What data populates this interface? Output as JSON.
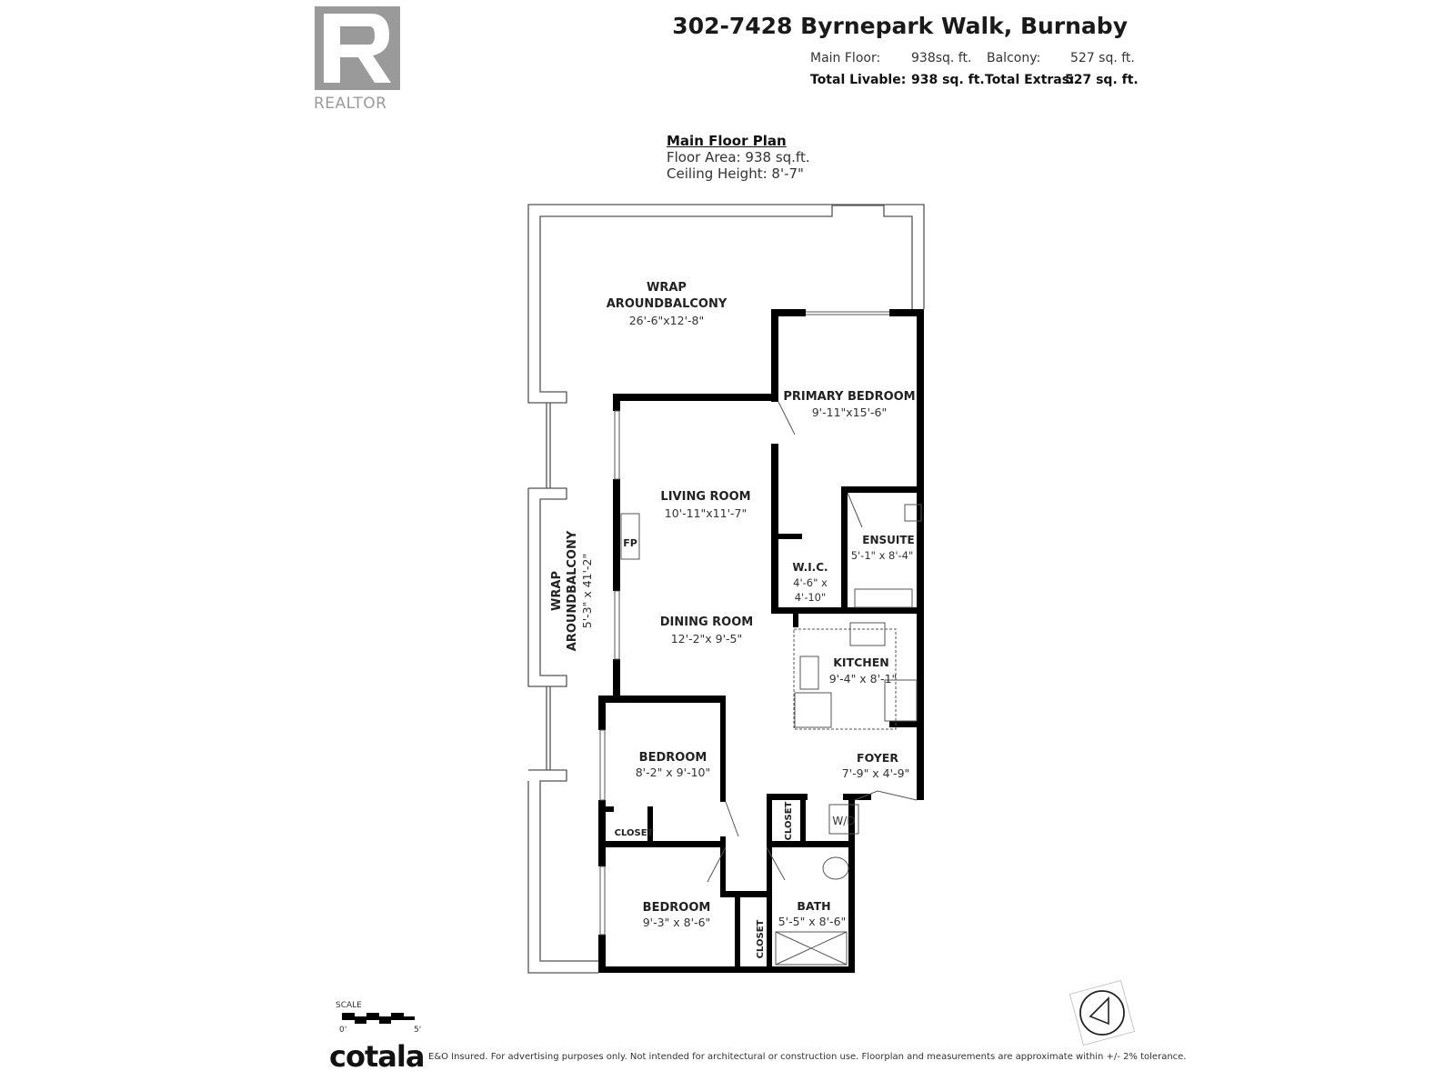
{
  "header": {
    "address": "302-7428 Byrnepark Walk, Burnaby",
    "main_floor_label": "Main Floor:",
    "main_floor_value": "938sq. ft.",
    "balcony_label": "Balcony:",
    "balcony_value": "527 sq. ft.",
    "total_livable_label": "Total Livable:",
    "total_livable_value": "938 sq. ft.",
    "total_extras_label": "Total Extras:",
    "total_extras_value": "527 sq. ft."
  },
  "logo": {
    "realtor": "REALTOR",
    "realtor_color": "#9a9a9a"
  },
  "plan": {
    "title": "Main Floor Plan",
    "floor_area": "Floor Area: 938 sq.ft.",
    "ceiling_height": "Ceiling Height: 8'-7\""
  },
  "rooms": {
    "balcony_top": {
      "line1": "WRAP",
      "line2": "AROUNDBALCONY",
      "dims": "26'-6\"x12'-8\""
    },
    "balcony_side": {
      "line1": "WRAP",
      "line2": "AROUNDBALCONY",
      "dims": "5'-3\" x 41'-2\""
    },
    "primary_bedroom": {
      "name": "PRIMARY BEDROOM",
      "dims": "9'-11\"x15'-6\""
    },
    "living_room": {
      "name": "LIVING ROOM",
      "dims": "10'-11\"x11'-7\""
    },
    "fireplace": {
      "name": "FP"
    },
    "ensuite": {
      "name": "ENSUITE",
      "dims": "5'-1\" x 8'-4\""
    },
    "wic": {
      "name": "W.I.C.",
      "dims1": "4'-6\" x",
      "dims2": "4'-10\""
    },
    "dining_room": {
      "name": "DINING ROOM",
      "dims": "12'-2\"x 9'-5\""
    },
    "kitchen": {
      "name": "KITCHEN",
      "dims": "9'-4\" x 8'-1\""
    },
    "bedroom1": {
      "name": "BEDROOM",
      "dims": "8'-2\" x 9'-10\""
    },
    "closet1": {
      "name": "CLOSET"
    },
    "foyer": {
      "name": "FOYER",
      "dims": "7'-9\" x 4'-9\""
    },
    "closet2": {
      "name": "CLOSET"
    },
    "wd": {
      "name": "W/D"
    },
    "bedroom2": {
      "name": "BEDROOM",
      "dims": "9'-3\" x 8'-6\""
    },
    "bath": {
      "name": "BATH",
      "dims": "5'-5\" x 8'-6\""
    },
    "closet3": {
      "name": "CLOSET"
    }
  },
  "scale": {
    "label": "SCALE",
    "start": "0'",
    "end": "5'"
  },
  "footer": {
    "brand": "cotala",
    "disclaimer": "E&O Insured. For advertising purposes only. Not intended for architectural or construction use. Floorplan and measurements are approximate within +/- 2% tolerance."
  }
}
